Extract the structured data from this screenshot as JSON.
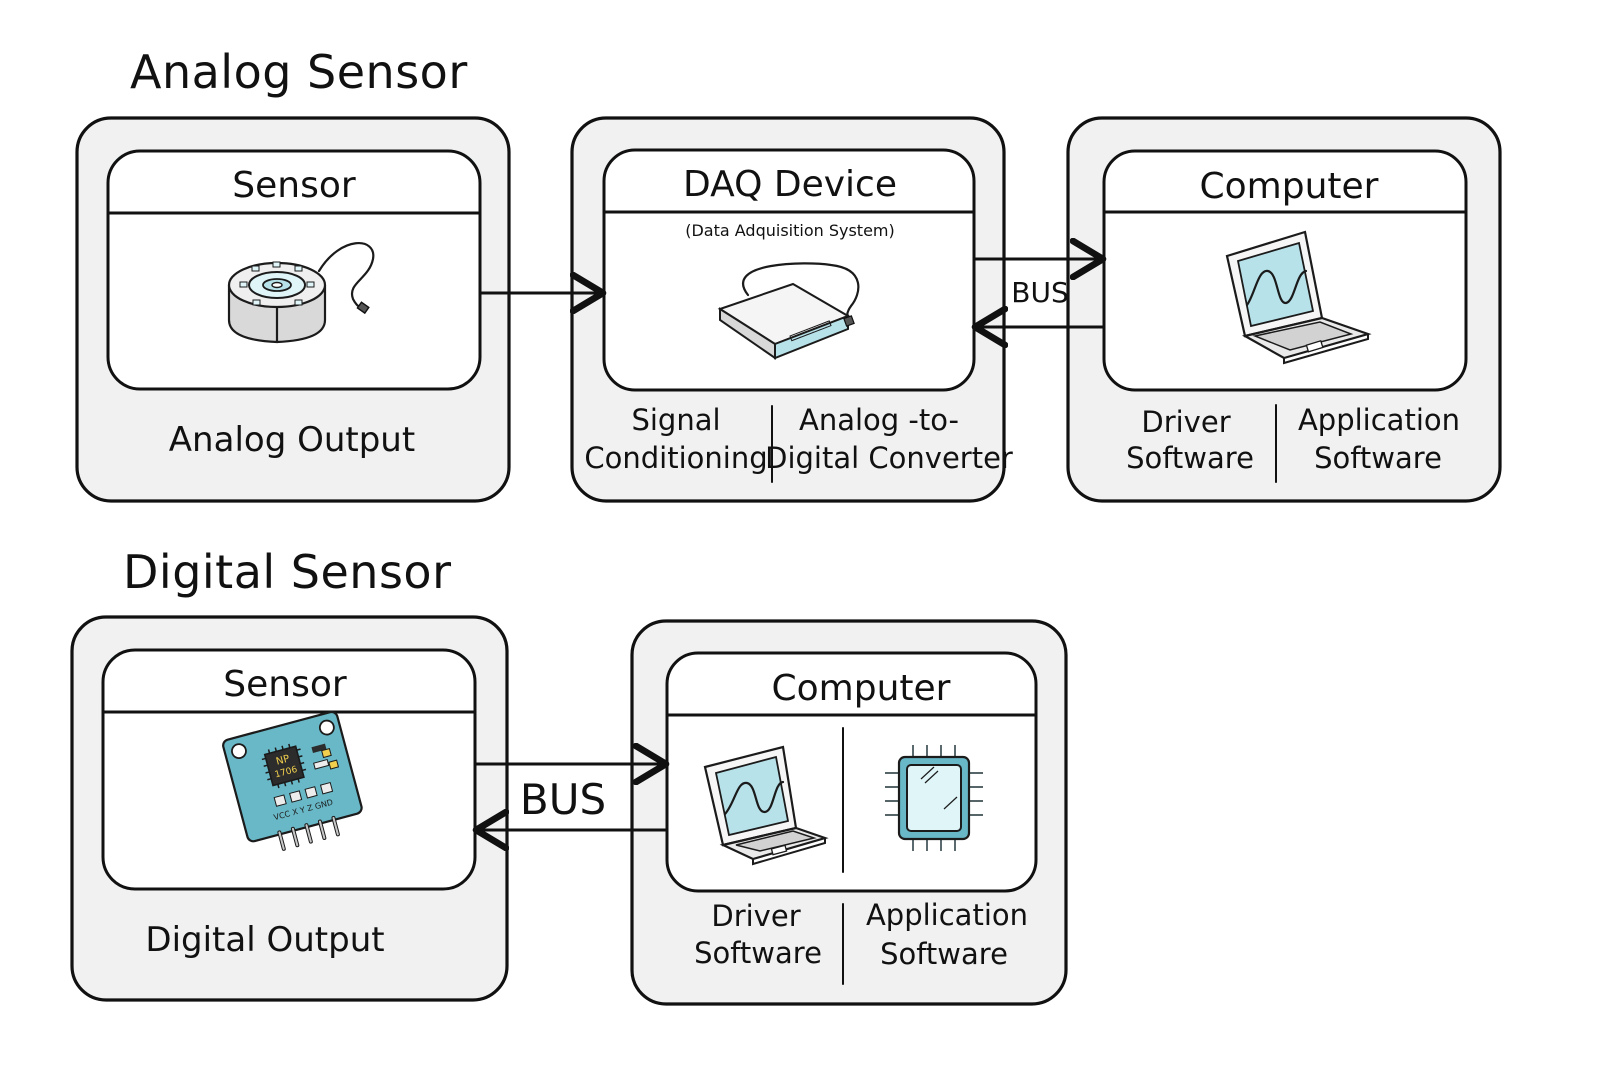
{
  "sections": {
    "analog": {
      "title": "Analog Sensor",
      "sensor": {
        "title": "Sensor",
        "caption": "Analog Output"
      },
      "daq": {
        "title": "DAQ Device",
        "subtitle": "(Data Adquisition System)",
        "left_caption_1": "Signal",
        "left_caption_2": "Conditioning",
        "right_caption_1": "Analog -to-",
        "right_caption_2": "Digital Converter"
      },
      "bus_label": "BUS",
      "computer": {
        "title": "Computer",
        "left_caption_1": "Driver",
        "left_caption_2": "Software",
        "right_caption_1": "Application",
        "right_caption_2": "Software"
      }
    },
    "digital": {
      "title": "Digital Sensor",
      "sensor": {
        "title": "Sensor",
        "caption": "Digital Output",
        "chip_line_1": "NP",
        "chip_line_2": "1706",
        "pins_label": "VCC X Y Z GND"
      },
      "bus_label": "BUS",
      "computer": {
        "title": "Computer",
        "left_caption_1": "Driver",
        "left_caption_2": "Software",
        "right_caption_1": "Application",
        "right_caption_2": "Software"
      }
    }
  },
  "colors": {
    "outline": "#111111",
    "outer_fill": "#f1f1f1",
    "inner_fill": "#ffffff",
    "header_fill": "#dff5f8",
    "accent_fill": "#b8e2ea",
    "board_fill": "#69b8c7"
  },
  "icons": {
    "analog_sensor": "load-cell-icon",
    "daq_device": "daq-box-icon",
    "computer": "laptop-icon",
    "digital_sensor": "sensor-board-icon",
    "application": "processor-chip-icon"
  }
}
